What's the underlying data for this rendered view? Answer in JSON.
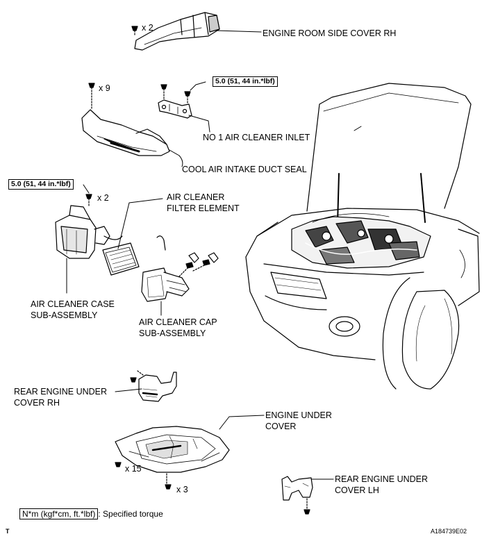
{
  "parts": {
    "side_cover_rh": "ENGINE ROOM SIDE COVER RH",
    "inlet": "NO  1 AIR CLEANER INLET",
    "duct_seal": "COOL AIR INTAKE DUCT SEAL",
    "filter_line1": "AIR CLEANER",
    "filter_line2": "FILTER ELEMENT",
    "case_line1": "AIR CLEANER CASE",
    "case_line2": "SUB-ASSEMBLY",
    "cap_line1": "AIR CLEANER CAP",
    "cap_line2": "SUB-ASSEMBLY",
    "rear_rh_line1": "REAR ENGINE UNDER",
    "rear_rh_line2": "COVER RH",
    "under_line1": "ENGINE UNDER",
    "under_line2": "COVER",
    "rear_lh_line1": "REAR ENGINE UNDER",
    "rear_lh_line2": "COVER LH"
  },
  "quantities": {
    "side_cover_bolts": "x 2",
    "duct_seal_clips": "x 9",
    "case_bolts": "x 2",
    "under_cover_bolts_a": "x 15",
    "under_cover_bolts_b": "x 3"
  },
  "torque": {
    "inlet": "5.0 (51, 44 in.*lbf)",
    "case": "5.0 (51, 44 in.*lbf)"
  },
  "legend": {
    "unit_box": "N*m (kgf*cm, ft.*lbf)",
    "unit_text": ": Specified torque"
  },
  "footer": {
    "section_mark": "T",
    "figure_id": "A184739E02"
  },
  "colors": {
    "ink": "#000000",
    "paper": "#ffffff",
    "shade": "#d9d9d9"
  }
}
